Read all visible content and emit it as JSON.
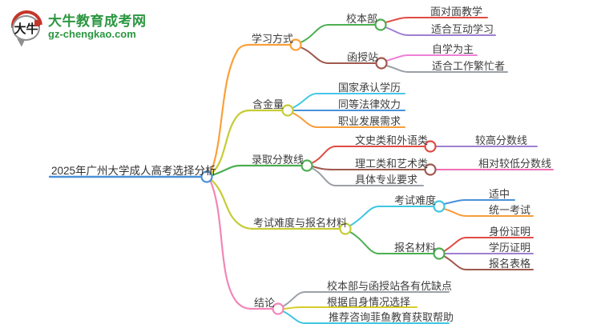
{
  "logo": {
    "icon_text": "大牛",
    "title": "大牛教育成考网",
    "url": "gz-chengkao.com",
    "brand_color": "#2b9740",
    "accent_color": "#c4352b"
  },
  "mindmap": {
    "root": {
      "label": "2025年广州大学成人高考选择分析",
      "color": "#4a90d9"
    },
    "branches": [
      {
        "label": "学习方式",
        "color": "#f9a13a",
        "children": [
          {
            "label": "校本部",
            "color": "#4caf50",
            "children": [
              {
                "label": "面对面教学",
                "color": "#e04b43"
              },
              {
                "label": "适合互动学习",
                "color": "#9f7fd1"
              }
            ]
          },
          {
            "label": "函授站",
            "color": "#a0584e",
            "children": [
              {
                "label": "自学为主",
                "color": "#ee7fd6"
              },
              {
                "label": "适合工作繁忙者",
                "color": "#9aa0a6"
              }
            ]
          }
        ]
      },
      {
        "label": "含金量",
        "color": "#c6cc34",
        "children": [
          {
            "label": "国家承认学历",
            "color": "#45c8e8"
          },
          {
            "label": "同等法律效力",
            "color": "#4a90d9"
          },
          {
            "label": "职业发展需求",
            "color": "#f89c3a"
          }
        ]
      },
      {
        "label": "录取分数线",
        "color": "#4caf50",
        "children": [
          {
            "label": "文史类和外语类",
            "color": "#e04b43",
            "children": [
              {
                "label": "较高分数线",
                "color": "#9f7fd1"
              }
            ]
          },
          {
            "label": "理工类和艺术类",
            "color": "#a0584e",
            "children": [
              {
                "label": "相对较低分数线",
                "color": "#f06eb4"
              }
            ]
          },
          {
            "label": "具体专业要求",
            "color": "#9aa0a6"
          }
        ]
      },
      {
        "label": "考试难度与报名材料",
        "color": "#c6cc34",
        "children": [
          {
            "label": "考试难度",
            "color": "#3ec6e0",
            "children": [
              {
                "label": "适中",
                "color": "#4a90d9"
              },
              {
                "label": "统一考试",
                "color": "#f89c3a"
              }
            ]
          },
          {
            "label": "报名材料",
            "color": "#4caf50",
            "children": [
              {
                "label": "身份证明",
                "color": "#e04b43"
              },
              {
                "label": "学历证明",
                "color": "#9f7fd1"
              },
              {
                "label": "报名表格",
                "color": "#a0584e"
              }
            ]
          }
        ]
      },
      {
        "label": "结论",
        "color": "#f286b8",
        "children": [
          {
            "label": "校本部与函授站各有优缺点",
            "color": "#9aa0a6"
          },
          {
            "label": "根据自身情况选择",
            "color": "#d6ce2a"
          },
          {
            "label": "推荐咨询菲鱼教育获取帮助",
            "color": "#3ec6e0"
          }
        ]
      }
    ]
  }
}
